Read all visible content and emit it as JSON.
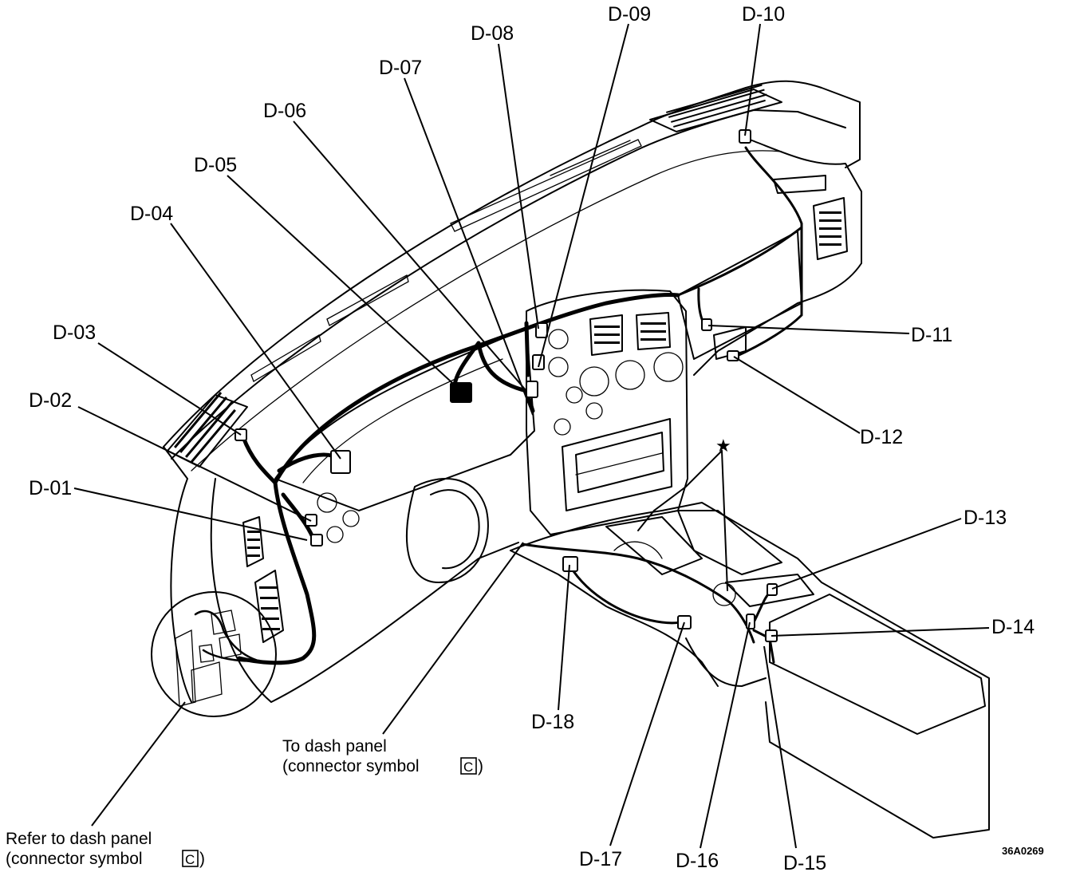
{
  "connectors": [
    {
      "id": "D-01"
    },
    {
      "id": "D-02"
    },
    {
      "id": "D-03"
    },
    {
      "id": "D-04"
    },
    {
      "id": "D-05"
    },
    {
      "id": "D-06"
    },
    {
      "id": "D-07"
    },
    {
      "id": "D-08"
    },
    {
      "id": "D-09"
    },
    {
      "id": "D-10"
    },
    {
      "id": "D-11"
    },
    {
      "id": "D-12"
    },
    {
      "id": "D-13"
    },
    {
      "id": "D-14"
    },
    {
      "id": "D-15"
    },
    {
      "id": "D-16"
    },
    {
      "id": "D-17"
    },
    {
      "id": "D-18"
    }
  ],
  "notes": {
    "dash_panel_line1": "To dash panel",
    "dash_panel_line2": "(connector symbol",
    "dash_panel_symbol": "C",
    "refer_line1": "Refer to dash panel",
    "refer_line2": "(connector symbol",
    "refer_symbol": "C",
    "close_paren": ")"
  },
  "star_marker": "★",
  "figure_code": "36A0269"
}
